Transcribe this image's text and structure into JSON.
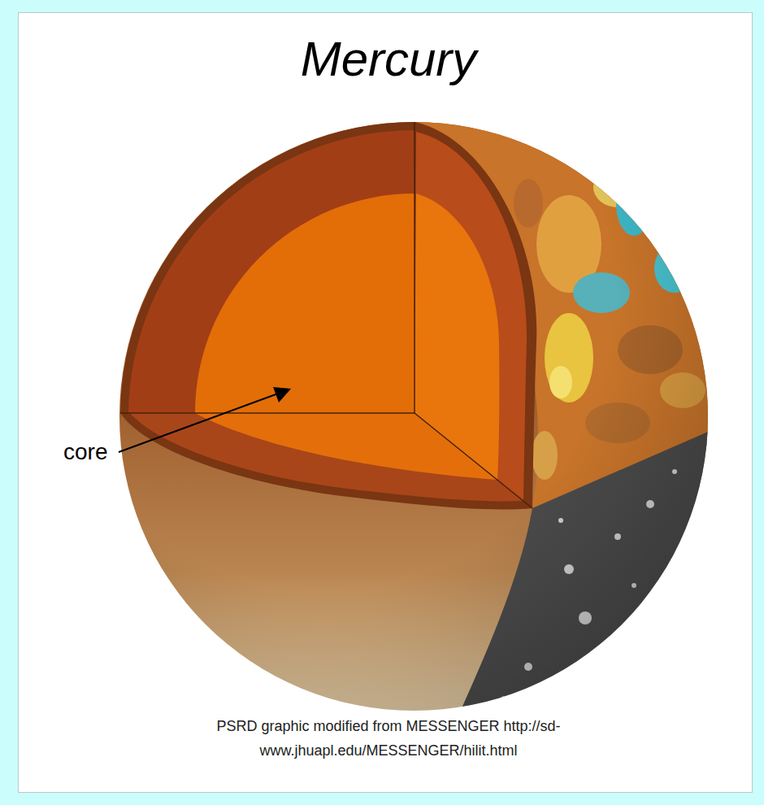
{
  "diagram": {
    "title": "Mercury",
    "caption": "PSRD graphic modified from MESSENGER http://sd-www.jhuapl.edu/MESSENGER/hilit.html",
    "labels": [
      "core"
    ]
  }
}
